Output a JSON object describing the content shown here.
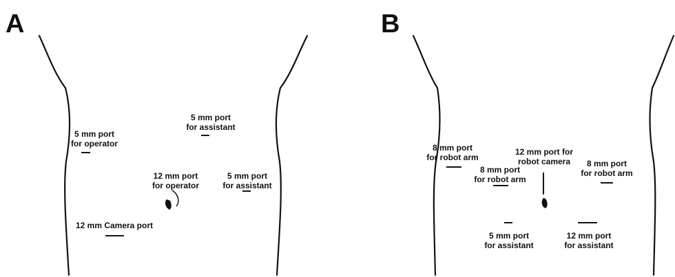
{
  "panels": {
    "a": {
      "letter": "A",
      "labels": {
        "port_operator_5mm": [
          "5 mm port",
          "for operator"
        ],
        "port_assistant_5mm_top": [
          "5 mm port",
          "for assistant"
        ],
        "port_operator_12mm": [
          "12 mm port",
          "for operator"
        ],
        "port_assistant_5mm_right": [
          "5 mm port",
          "for assistant"
        ],
        "camera_port_12mm": [
          "12 mm Camera port"
        ]
      }
    },
    "b": {
      "letter": "B",
      "labels": {
        "robot_arm_8mm_left": [
          "8 mm port",
          "for robot arm"
        ],
        "robot_arm_8mm_mid": [
          "8 mm port",
          "for robot arm"
        ],
        "robot_camera_12mm": [
          "12 mm port for",
          "robot camera"
        ],
        "robot_arm_8mm_right": [
          "8 mm port",
          "for robot arm"
        ],
        "assistant_5mm": [
          "5 mm port",
          "for assistant"
        ],
        "assistant_12mm": [
          "12 mm port",
          "for assistant"
        ]
      }
    }
  },
  "colors": {
    "line": "#111111",
    "background": "#ffffff"
  }
}
